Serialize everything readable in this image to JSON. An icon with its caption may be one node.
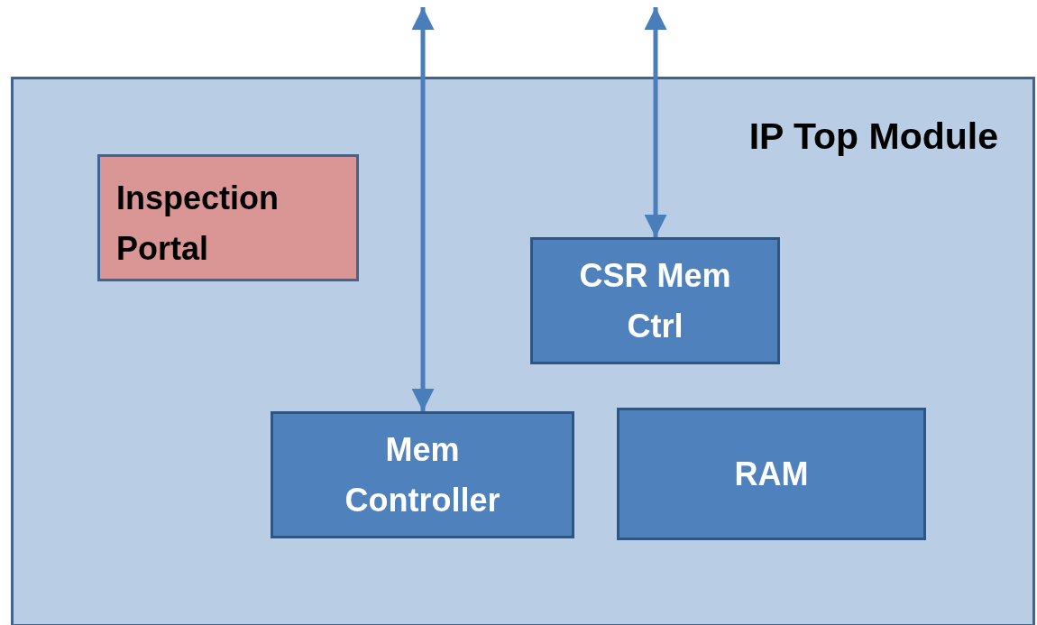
{
  "diagram": {
    "nodes": [
      {
        "text": [
          "IP Top Module"
        ]
      },
      {
        "text": [
          "Inspection Portal"
        ],
        "in": 0
      },
      {
        "text": [
          "CSR Mem Ctrl"
        ],
        "in": 0
      },
      {
        "text": [
          "Mem Controller"
        ],
        "in": 0
      },
      {
        "text": [
          "RAM"
        ],
        "in": 0
      }
    ],
    "edges": [
      {
        "from": null,
        "to": 3,
        "arrow": "both"
      },
      {
        "from": null,
        "to": 2,
        "arrow": "both"
      }
    ]
  }
}
